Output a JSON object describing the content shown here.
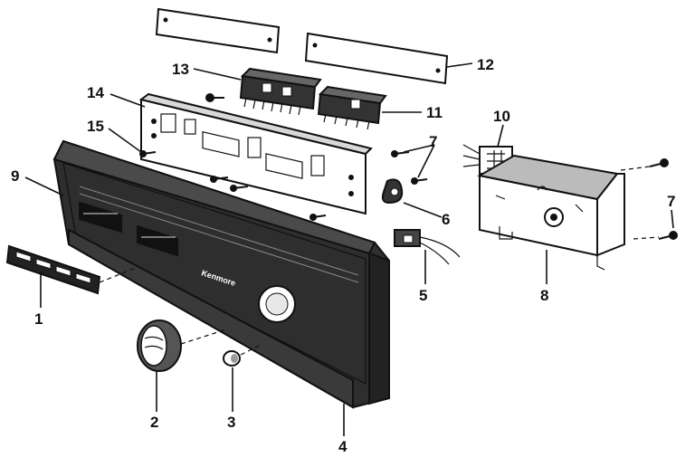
{
  "diagram": {
    "brand_text": "Kenmore",
    "callouts": {
      "c1": "1",
      "c2": "2",
      "c3": "3",
      "c4": "4",
      "c5": "5",
      "c6": "6",
      "c7a": "7",
      "c7b": "7",
      "c8": "8",
      "c9": "9",
      "c10": "10",
      "c11": "11",
      "c12": "12",
      "c13": "13",
      "c14": "14",
      "c15": "15"
    }
  }
}
